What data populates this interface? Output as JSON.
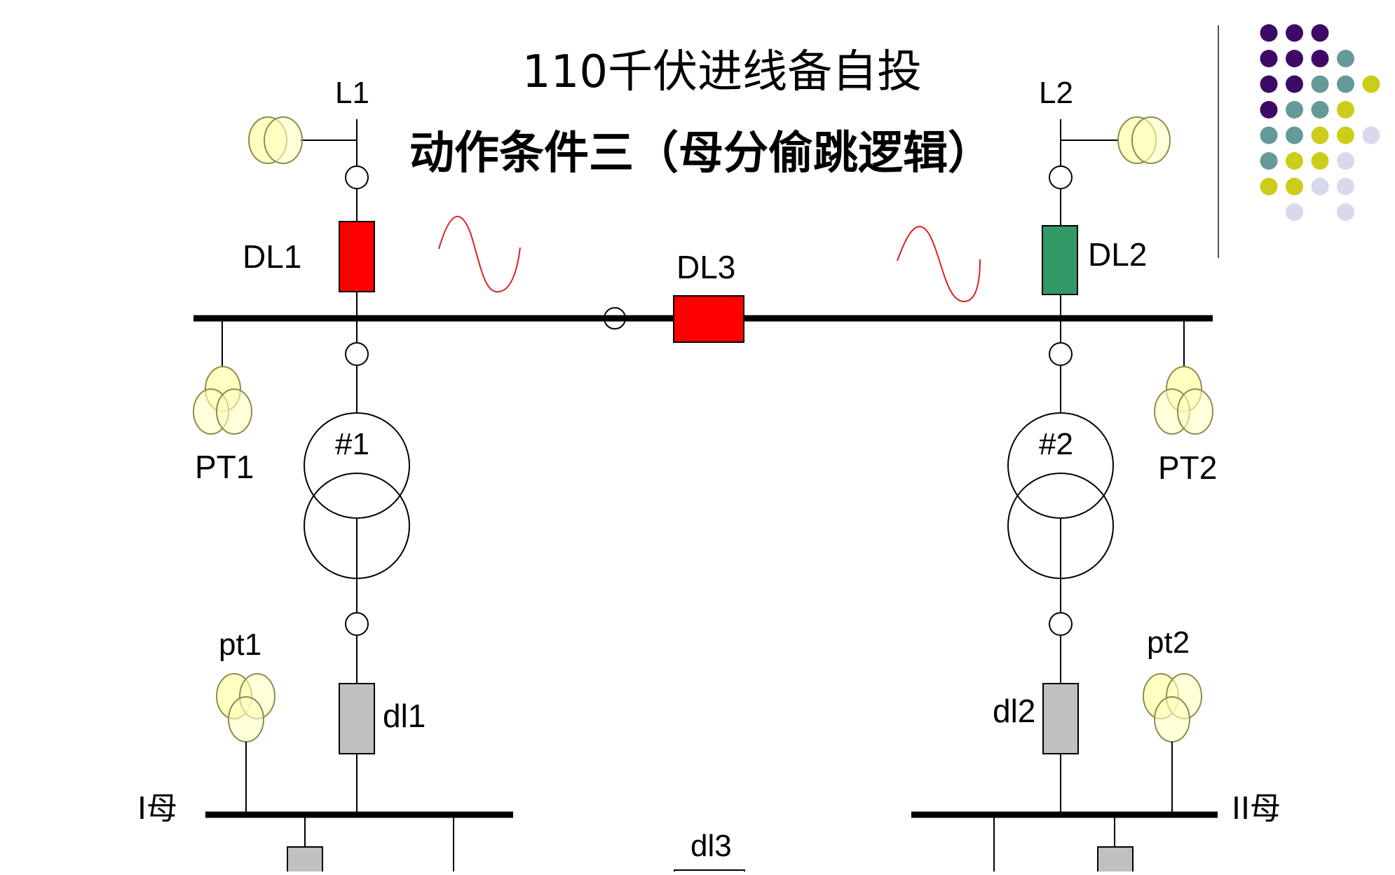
{
  "title": {
    "line1": "110千伏进线备自投",
    "line2": "动作条件三（母分偷跳逻辑）"
  },
  "labels": {
    "L1": "L1",
    "L2": "L2",
    "DL1": "DL1",
    "DL2": "DL2",
    "DL3": "DL3",
    "PT1": "PT1",
    "PT2": "PT2",
    "T1": "#1",
    "T2": "#2",
    "pt1": "pt1",
    "pt2": "pt2",
    "dl1": "dl1",
    "dl2": "dl2",
    "dl3": "dl3",
    "bus1": "I母",
    "bus2": "II母"
  },
  "breaker_states": {
    "DL1": "closed",
    "DL2": "open",
    "DL3": "closed",
    "dl1": "unpowered",
    "dl2": "unpowered",
    "dl3": "unpowered"
  },
  "colors": {
    "breaker_closed": "#ff0000",
    "breaker_open": "#339966",
    "breaker_unpowered": "#c0c0c0",
    "pt_fill": "#ffffbf",
    "pt_stroke": "#8c8c50",
    "sine": "#e02020",
    "bus": "#000000",
    "dot_purple": "#3d0a66",
    "dot_teal": "#669999",
    "dot_olive": "#cccc1a",
    "dot_lavender": "#d9d9ec"
  },
  "decor_dots": [
    [
      "dot_purple",
      "dot_purple",
      "dot_purple"
    ],
    [
      "dot_purple",
      "dot_purple",
      "dot_purple",
      "dot_teal"
    ],
    [
      "dot_purple",
      "dot_purple",
      "dot_teal",
      "dot_teal",
      "dot_olive"
    ],
    [
      "dot_purple",
      "dot_teal",
      "dot_teal",
      "dot_olive"
    ],
    [
      "dot_teal",
      "dot_teal",
      "dot_olive",
      "dot_olive",
      "dot_lavender"
    ],
    [
      "dot_teal",
      "dot_olive",
      "dot_olive",
      "dot_lavender"
    ],
    [
      "dot_olive",
      "dot_olive",
      "dot_lavender",
      "dot_lavender"
    ],
    [
      "",
      "dot_lavender",
      "",
      "dot_lavender"
    ]
  ]
}
